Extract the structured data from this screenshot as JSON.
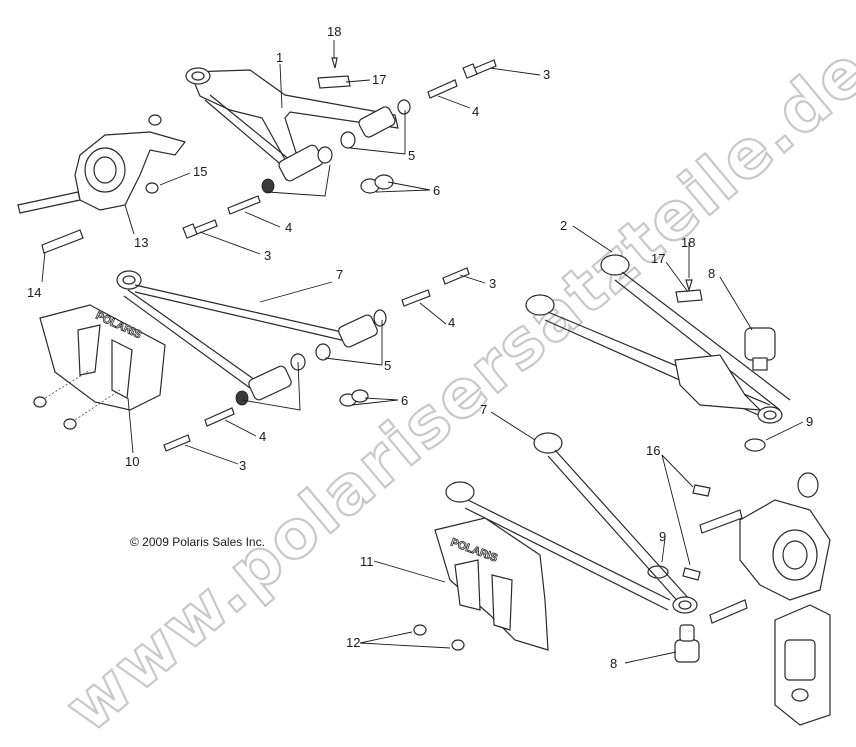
{
  "watermark": "www.polarisersatzteile.de",
  "copyright": "© 2009 Polaris Sales Inc.",
  "logo_text": "POLARIS",
  "callouts": {
    "c1": "1",
    "c2": "2",
    "c3a": "3",
    "c3b": "3",
    "c3c": "3",
    "c3d": "3",
    "c4a": "4",
    "c4b": "4",
    "c4c": "4",
    "c4d": "4",
    "c5a": "5",
    "c5b": "5",
    "c6a": "6",
    "c6b": "6",
    "c7a": "7",
    "c7b": "7",
    "c8a": "8",
    "c8b": "8",
    "c9a": "9",
    "c9b": "9",
    "c10": "10",
    "c11": "11",
    "c12": "12",
    "c13": "13",
    "c14": "14",
    "c15": "15",
    "c16": "16",
    "c17a": "17",
    "c17b": "17",
    "c18a": "18",
    "c18b": "18"
  }
}
